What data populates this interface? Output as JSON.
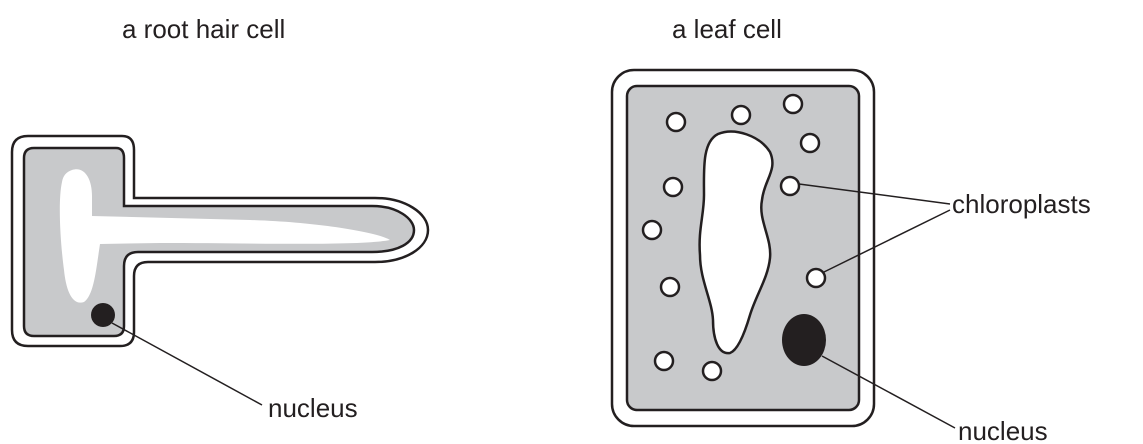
{
  "titles": {
    "root_hair_cell": "a root hair cell",
    "leaf_cell": "a leaf cell"
  },
  "labels": {
    "root_nucleus": "nucleus",
    "leaf_chloroplasts": "chloroplasts",
    "leaf_nucleus": "nucleus"
  },
  "colors": {
    "outline": "#231f20",
    "cytoplasm": "#c8c9cb",
    "vacuole": "#ffffff",
    "nucleus": "#231f20"
  }
}
